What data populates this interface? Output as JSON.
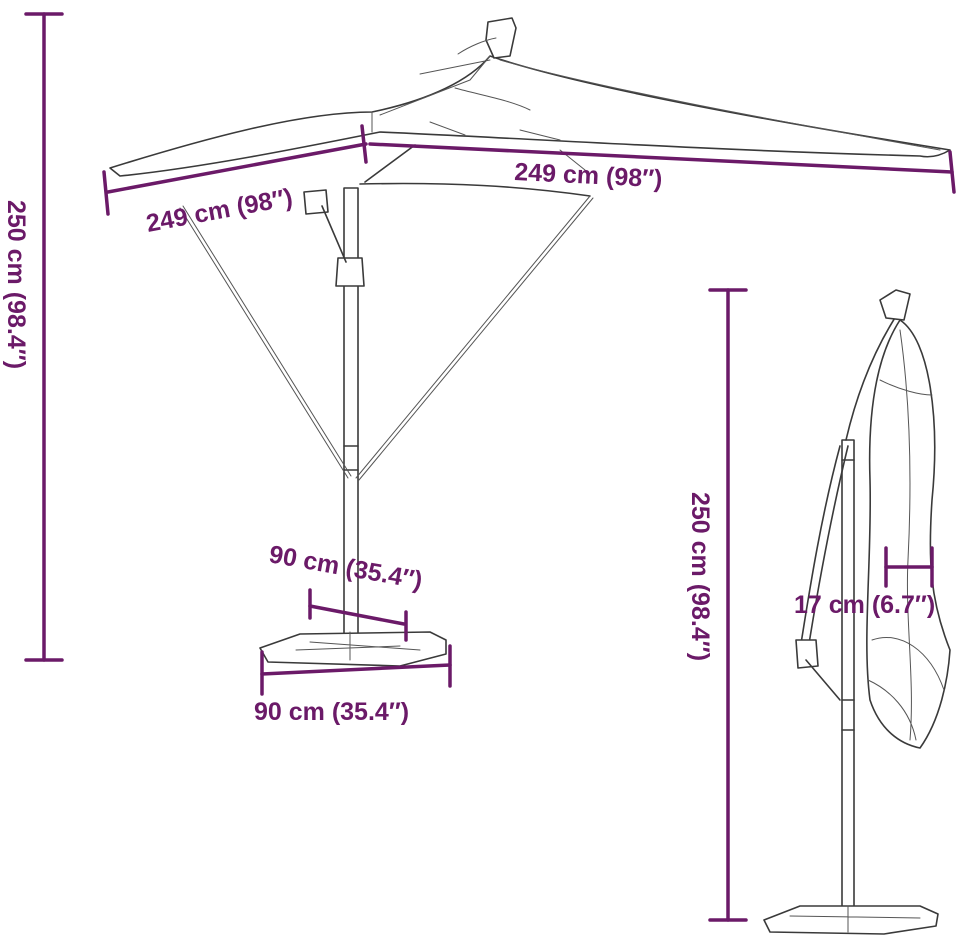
{
  "dimensions": {
    "canopy_width_left": "249 cm (98″)",
    "canopy_width_right": "249 cm (98″)",
    "total_height_left": "250 cm (98.4″)",
    "total_height_right": "250 cm (98.4″)",
    "base_depth": "90 cm (35.4″)",
    "base_width": "90 cm (35.4″)",
    "folded_diameter": "17 cm (6.7″)"
  },
  "colors": {
    "dimension": "#6b1a68",
    "line_art": "#3a3a3a",
    "background": "#ffffff"
  }
}
